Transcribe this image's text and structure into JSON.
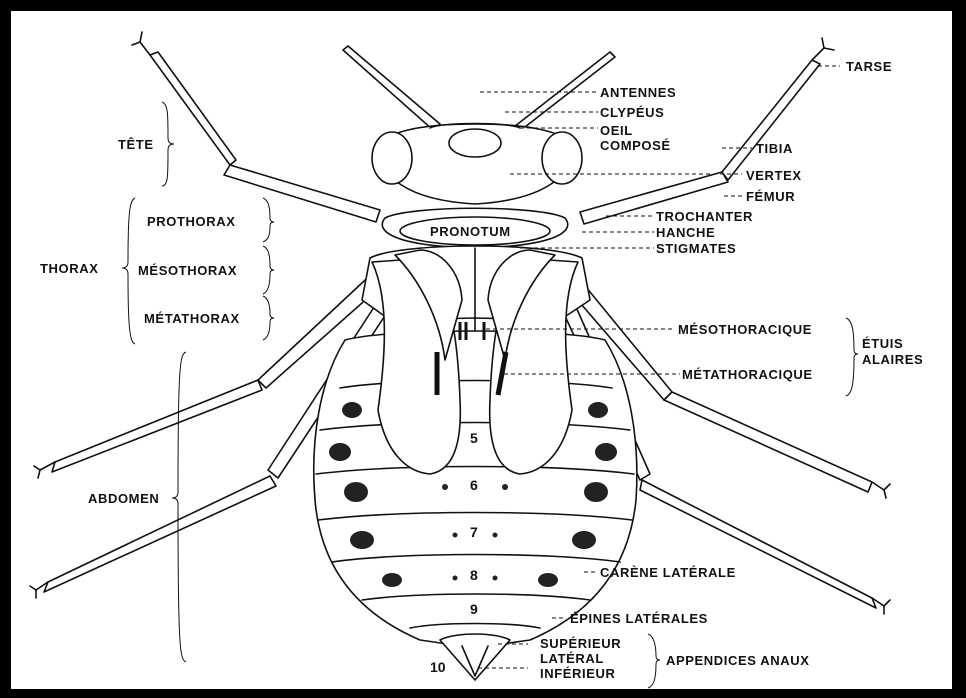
{
  "labels_left": {
    "tete": "TÊTE",
    "thorax": "THORAX",
    "prothorax": "PROTHORAX",
    "mesothorax": "MÉSOTHORAX",
    "metathorax": "MÉTATHORAX",
    "abdomen": "ABDOMEN"
  },
  "labels_right": {
    "tarse": "TARSE",
    "antennes": "ANTENNES",
    "clypeus": "CLYPÉUS",
    "oeil": "OEIL",
    "compose": "COMPOSÉ",
    "tibia": "TIBIA",
    "vertex": "VERTEX",
    "femur": "FÉMUR",
    "trochanter": "TROCHANTER",
    "hanche": "HANCHE",
    "stigmates": "STIGMATES",
    "mesothoracique": "MÉSOTHORACIQUE",
    "metathoracique": "MÉTATHORACIQUE",
    "etuis": "ÉTUIS",
    "alaires": "ALAIRES",
    "carene": "CARÈNE LATÉRALE",
    "epines": "ÉPINES LATÉRALES",
    "superieur": "SUPÉRIEUR",
    "lateral": "LATÉRAL",
    "inferieur": "INFÉRIEUR",
    "appendices": "APPENDICES ANAUX"
  },
  "body_labels": {
    "pronotum": "PRONOTUM",
    "seg5": "5",
    "seg6": "6",
    "seg7": "7",
    "seg8": "8",
    "seg9": "9",
    "seg10": "10"
  }
}
